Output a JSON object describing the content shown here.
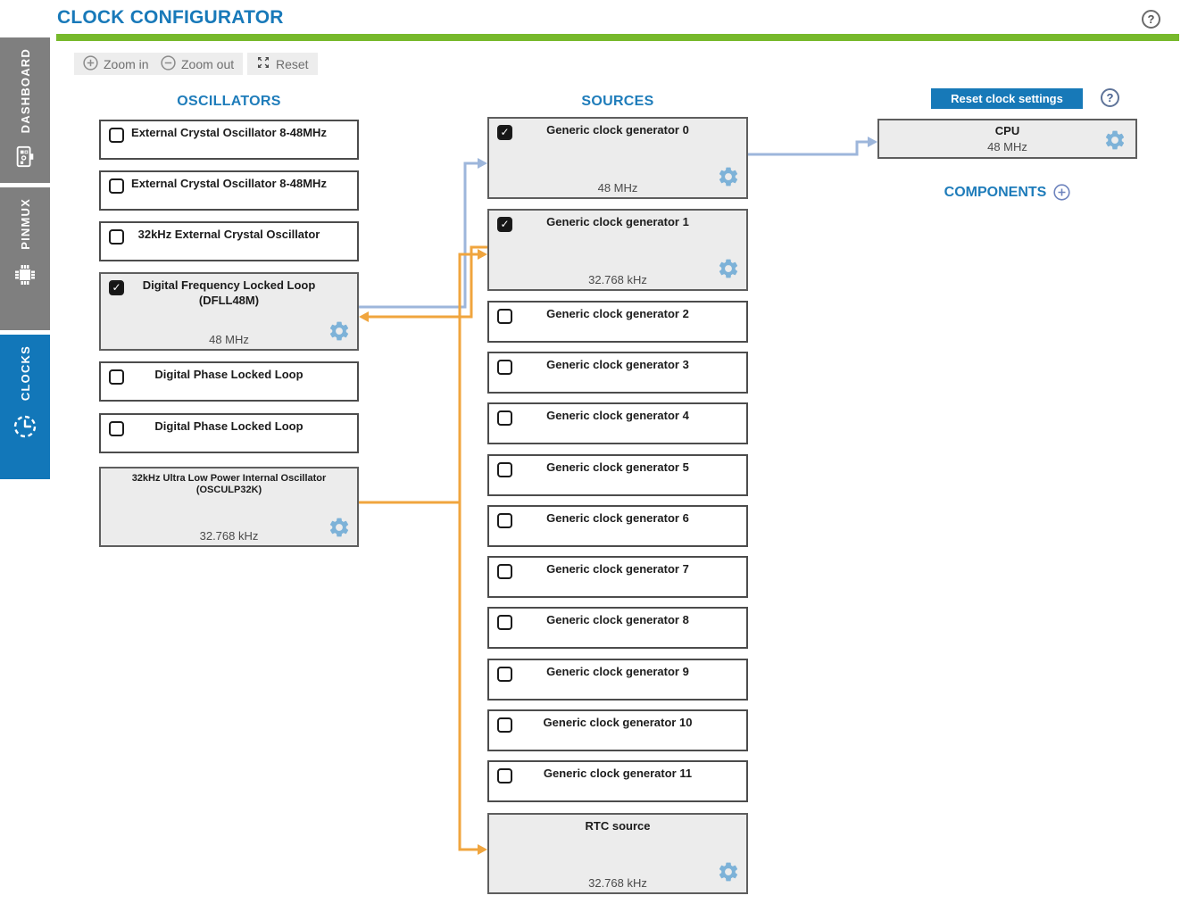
{
  "header": {
    "title": "CLOCK CONFIGURATOR",
    "help": "?"
  },
  "toolbar": {
    "zoom_in": "Zoom in",
    "zoom_out": "Zoom out",
    "reset": "Reset"
  },
  "sidebar": {
    "tabs": [
      {
        "label": "DASHBOARD",
        "active": false
      },
      {
        "label": "PINMUX",
        "active": false
      },
      {
        "label": "CLOCKS",
        "active": true
      }
    ]
  },
  "oscillators": {
    "heading": "OSCILLATORS",
    "items": [
      {
        "label": "External Crystal Oscillator 8-48MHz",
        "checked": false
      },
      {
        "label": "External Crystal Oscillator 8-48MHz",
        "checked": false
      },
      {
        "label": "32kHz External Crystal Oscillator",
        "checked": false
      },
      {
        "label": "Digital Frequency Locked Loop\n(DFLL48M)",
        "checked": true,
        "freq": "48 MHz"
      },
      {
        "label": "Digital Phase Locked Loop",
        "checked": false
      },
      {
        "label": "Digital Phase Locked Loop",
        "checked": false
      },
      {
        "label": "32kHz Ultra Low Power Internal Oscillator\n(OSCULP32K)",
        "freq": "32.768 kHz"
      }
    ]
  },
  "sources": {
    "heading": "SOURCES",
    "items": [
      {
        "label": "Generic clock generator 0",
        "checked": true,
        "freq": "48 MHz"
      },
      {
        "label": "Generic clock generator 1",
        "checked": true,
        "freq": "32.768 kHz"
      },
      {
        "label": "Generic clock generator 2",
        "checked": false
      },
      {
        "label": "Generic clock generator 3",
        "checked": false
      },
      {
        "label": "Generic clock generator 4",
        "checked": false
      },
      {
        "label": "Generic clock generator 5",
        "checked": false
      },
      {
        "label": "Generic clock generator 6",
        "checked": false
      },
      {
        "label": "Generic clock generator 7",
        "checked": false
      },
      {
        "label": "Generic clock generator 8",
        "checked": false
      },
      {
        "label": "Generic clock generator 9",
        "checked": false
      },
      {
        "label": "Generic clock generator 10",
        "checked": false
      },
      {
        "label": "Generic clock generator 11",
        "checked": false
      },
      {
        "label": "RTC source",
        "freq": "32.768 kHz"
      }
    ]
  },
  "right_panel": {
    "reset_button": "Reset clock settings",
    "help": "?",
    "components_heading": "COMPONENTS",
    "cpu": {
      "label": "CPU",
      "freq": "48 MHz"
    }
  },
  "connections": [
    {
      "from": "Digital Frequency Locked Loop (DFLL48M)",
      "to": "Generic clock generator 0",
      "color": "#9db6db"
    },
    {
      "from": "Generic clock generator 0",
      "to": "CPU",
      "color": "#9db6db"
    },
    {
      "from": "Generic clock generator 1",
      "to": "Digital Frequency Locked Loop (DFLL48M)",
      "color": "#f0a53e"
    },
    {
      "from": "32kHz Ultra Low Power Internal Oscillator (OSCULP32K)",
      "to": "Generic clock generator 1",
      "color": "#f0a53e"
    },
    {
      "from": "32kHz Ultra Low Power Internal Oscillator (OSCULP32K)",
      "to": "RTC source",
      "color": "#f0a53e"
    }
  ],
  "colors": {
    "accent": "#1779b8",
    "green_bar": "#77b92c",
    "blue_line": "#9db6db",
    "orange_line": "#f0a53e",
    "gear": "#7db2d8"
  }
}
